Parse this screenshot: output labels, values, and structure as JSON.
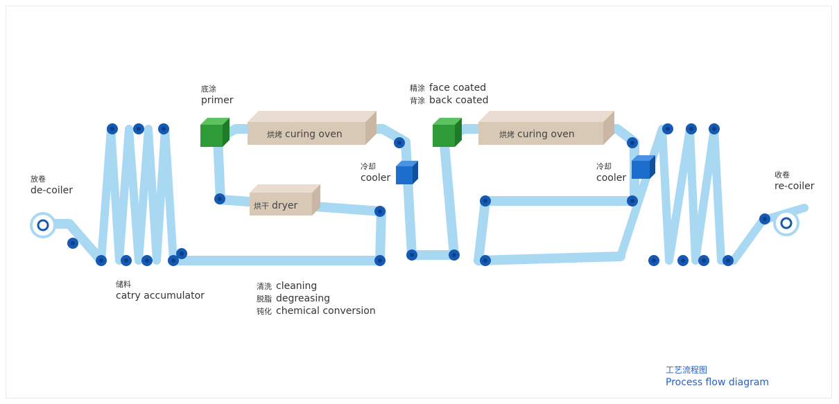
{
  "colors": {
    "belt": "#a9d8f3",
    "roller": "#1559b3",
    "roller_core": "#0a3f8a",
    "oven_front": "#d8c8b6",
    "oven_top": "#e8ddd0",
    "oven_side": "#c9b7a4",
    "coater": "#2e9a38",
    "cooler": "#1c6fcc",
    "caption": "#2461c9"
  },
  "labels": {
    "decoiler_zh": "放卷",
    "decoiler_en": "de-coiler",
    "accumulator_zh": "储料",
    "accumulator_en": "catry accumulator",
    "primer_zh": "底涂",
    "primer_en": "primer",
    "clean_zh": "清洗",
    "clean_en": "cleaning",
    "degrease_zh": "脱脂",
    "degrease_en": "degreasing",
    "passivate_zh": "钝化",
    "passivate_en": "chemical conversion",
    "cooler1_zh": "冷却",
    "cooler1_en": "cooler",
    "face_zh": "精涂",
    "face_en": "face coated",
    "back_zh": "背涂",
    "back_en": "back coated",
    "cooler2_zh": "冷却",
    "cooler2_en": "cooler",
    "recoiler_zh": "收卷",
    "recoiler_en": "re-coiler"
  },
  "boxes": {
    "oven1_zh": "烘烤",
    "oven1_en": "curing oven",
    "dryer_zh": "烘干",
    "dryer_en": "dryer",
    "oven2_zh": "烘烤",
    "oven2_en": "curing oven"
  },
  "caption": {
    "zh": "工艺流程图",
    "en": "Process flow diagram"
  }
}
